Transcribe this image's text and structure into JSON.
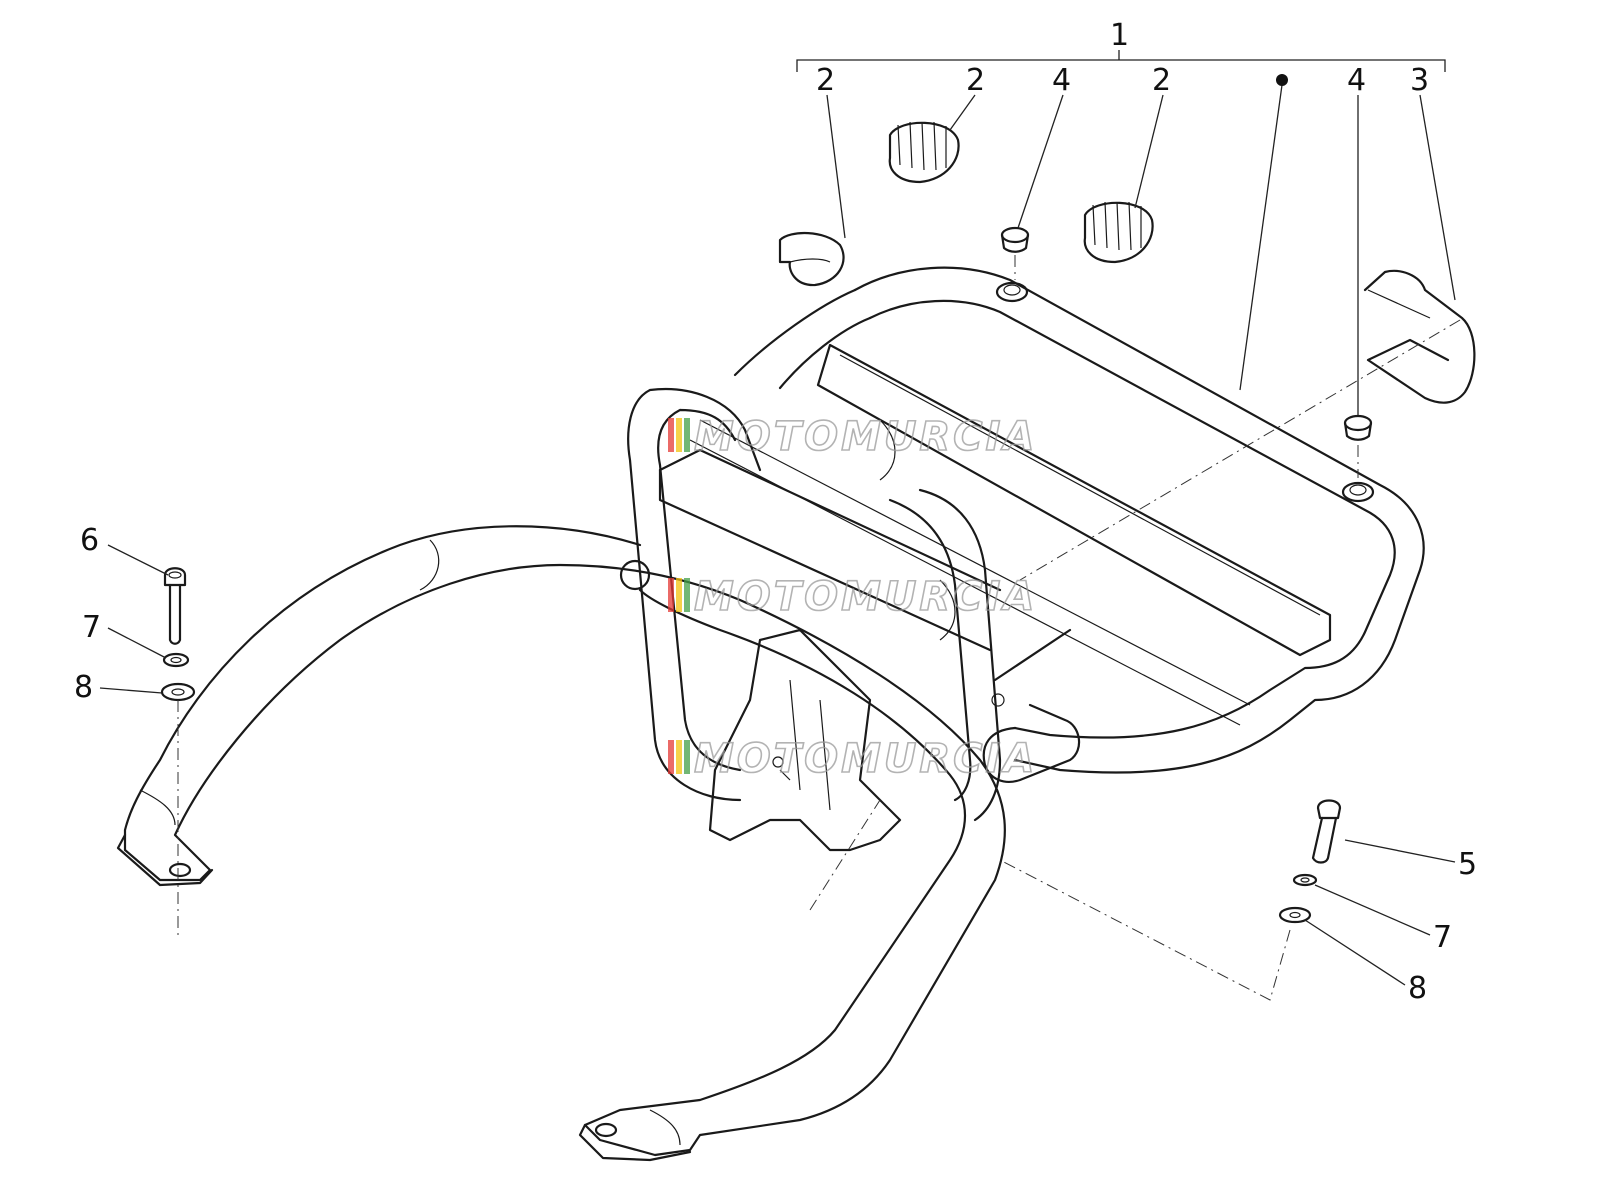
{
  "diagram": {
    "callouts": [
      {
        "id": "c1",
        "label": "1"
      },
      {
        "id": "c2a",
        "label": "2"
      },
      {
        "id": "c2b",
        "label": "2"
      },
      {
        "id": "c4a",
        "label": "4"
      },
      {
        "id": "c2c",
        "label": "2"
      },
      {
        "id": "c4b",
        "label": "4"
      },
      {
        "id": "c3",
        "label": "3"
      },
      {
        "id": "c6",
        "label": "6"
      },
      {
        "id": "c7a",
        "label": "7"
      },
      {
        "id": "c8a",
        "label": "8"
      },
      {
        "id": "c5",
        "label": "5"
      },
      {
        "id": "c7b",
        "label": "7"
      },
      {
        "id": "c8b",
        "label": "8"
      }
    ],
    "watermark": "MOTOMURCIA",
    "watermark_colors": [
      "#e53935",
      "#f4c20d",
      "#43a047"
    ]
  }
}
